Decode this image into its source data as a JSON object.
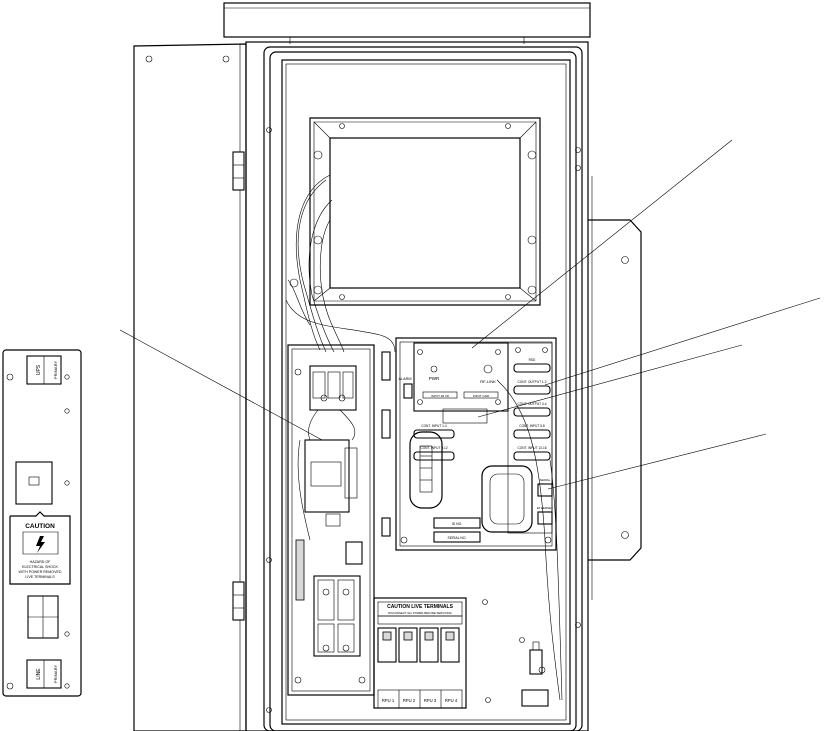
{
  "side_panel": {
    "top_switch_left": "UPS",
    "top_switch_right": "PRIMARY",
    "caution_title": "CAUTION",
    "caution_text": [
      "HAZARD OF",
      "ELECTRICAL SHOCK",
      "WITH POWER REMOVED",
      "LIVE TERMINALS"
    ],
    "bottom_switch_left": "LINE",
    "bottom_switch_right": "PRIMARY"
  },
  "controller": {
    "label_pwr": "PWR",
    "label_alarm": "ALARM",
    "label_rf_link": "RF-LINK",
    "label_input_a": "INPUT 48 VD",
    "label_input_b": "INPUT GND",
    "ports": [
      "RSD",
      "CONT. OUTPUT 1-2",
      "CONT. OUTPUT 3-4",
      "CONT. INPUT 1-4",
      "CONT. INPUT 5-8",
      "CONT. INPUT 9-12",
      "CONT. INPUT 13-16",
      "SERIAL",
      "ETHERNET"
    ],
    "id_label": "ID NO. ",
    "serial_label": "SERIAL NO."
  },
  "terminal_block": {
    "title": "CAUTION LIVE TERMINALS",
    "subtitle": "DISCONNECT ALL POWER BEFORE SERVICING",
    "rpu_labels": [
      "RPU 1",
      "RPU 2",
      "RPU 3",
      "RPU 4"
    ]
  }
}
